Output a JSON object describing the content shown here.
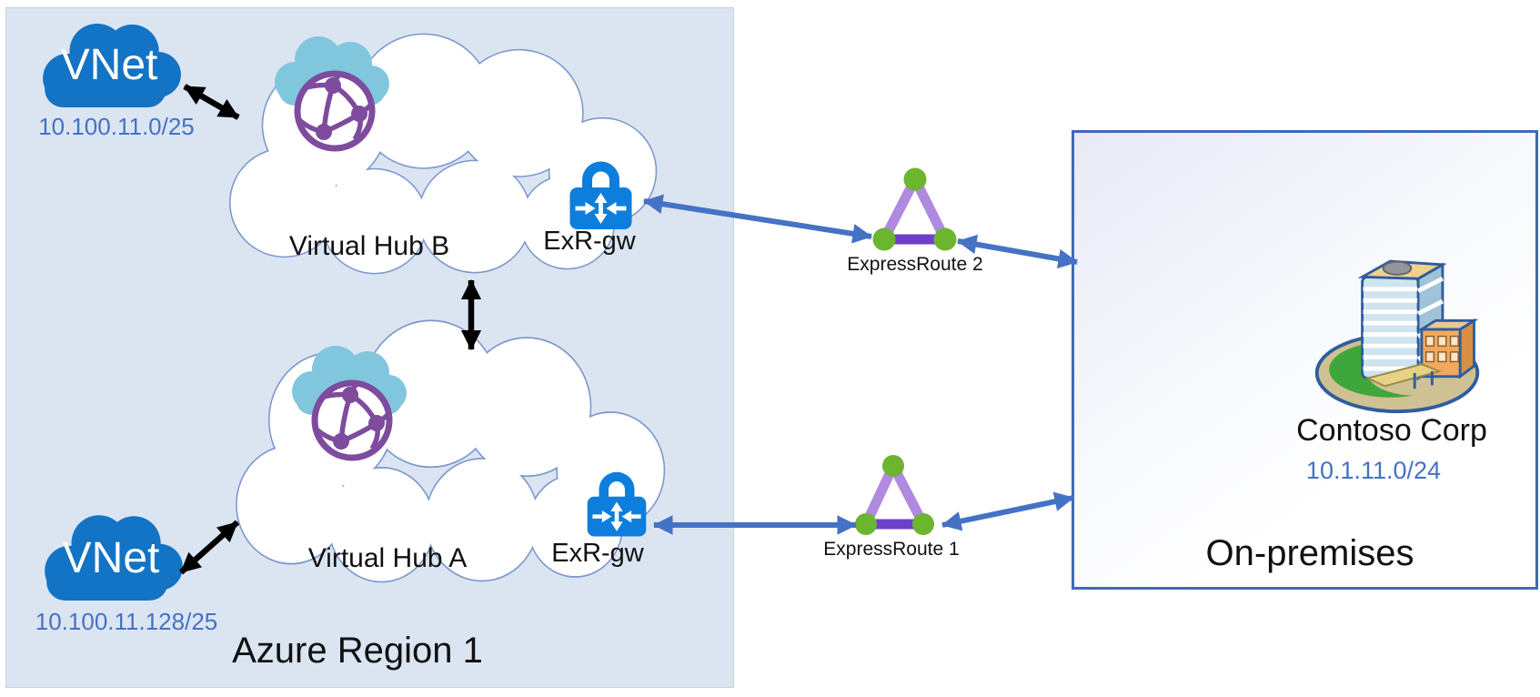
{
  "colors": {
    "region_fill": "#dbe5f2",
    "vnet_blue": "#1373c4",
    "hub_cloud_border": "#7b96cc",
    "gateway_blue": "#0d7edb",
    "arrow_blue": "#4472c4",
    "cidr_text_blue": "#4472c4",
    "circuit_purple_light": "#b08ae0",
    "circuit_purple_dark": "#6e3fc8",
    "circuit_node_green": "#6cb52f",
    "globe_purple": "#7e4b9e",
    "small_cloud_blue": "#80c7de",
    "onprem_border_blue": "#4169b8"
  },
  "region": {
    "label": "Azure Region 1",
    "vnets": [
      {
        "label": "VNet",
        "cidr": "10.100.11.0/25"
      },
      {
        "label": "VNet",
        "cidr": "10.100.11.128/25"
      }
    ],
    "hubs": [
      {
        "label": "Virtual Hub B",
        "gateway_label": "ExR-gw"
      },
      {
        "label": "Virtual Hub A",
        "gateway_label": "ExR-gw"
      }
    ]
  },
  "circuits": [
    {
      "label": "ExpressRoute 2"
    },
    {
      "label": "ExpressRoute 1"
    }
  ],
  "onprem": {
    "label": "On-premises",
    "site_label": "Contoso Corp",
    "cidr": "10.1.11.0/24"
  }
}
